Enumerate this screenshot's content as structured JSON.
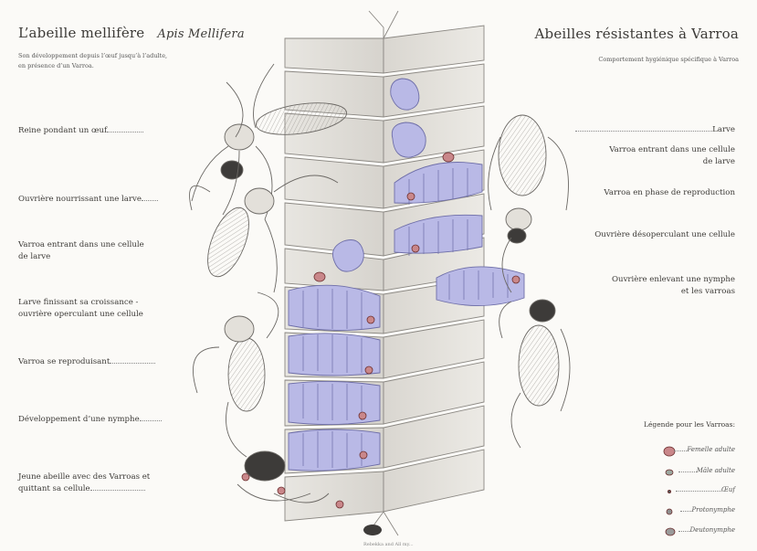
{
  "left": {
    "title": "L’abeille mellifère",
    "title_latin": "Apis Mellifera",
    "subtitle_line1": "Son développement depuis l’œuf jusqu’à l’adulte,",
    "subtitle_line2": "en présence d’un Varroa.",
    "labels": [
      {
        "line1": "Reine pondant un œuf",
        "line2": ""
      },
      {
        "line1": "Ouvrière nourrissant une larve",
        "line2": ""
      },
      {
        "line1": "Varroa entrant dans une cellule",
        "line2": "de larve"
      },
      {
        "line1": "Larve finissant sa croissance -",
        "line2": "ouvrière operculant une cellule"
      },
      {
        "line1": "Varroa se reproduisant",
        "line2": ""
      },
      {
        "line1": "Développement d’une nymphe",
        "line2": ""
      },
      {
        "line1": "Jeune abeille avec des Varroas et",
        "line2": "quittant sa cellule"
      }
    ]
  },
  "right": {
    "title": "Abeilles résistantes à Varroa",
    "subtitle": "Comportement hygiénique spécifique à Varroa",
    "labels": [
      {
        "line1": "Larve",
        "line2": ""
      },
      {
        "line1": "Varroa entrant dans une cellule",
        "line2": "de larve"
      },
      {
        "line1": "Varroa en phase de reproduction",
        "line2": ""
      },
      {
        "line1": "Ouvrière désoperculant une cellule",
        "line2": ""
      },
      {
        "line1": "Ouvrière enlevant une nymphe",
        "line2": "et les varroas"
      }
    ]
  },
  "legend": {
    "title": "Légende pour les Varroas:",
    "items": [
      {
        "label": "Femelle adulte",
        "icon": "adult-female-varroa-icon"
      },
      {
        "label": "Mâle adulte",
        "icon": "adult-male-varroa-icon"
      },
      {
        "label": "Œuf",
        "icon": "egg-icon"
      },
      {
        "label": "Protonymphe",
        "icon": "protonymph-icon"
      },
      {
        "label": "Deutonymphe",
        "icon": "deutonymph-icon"
      }
    ]
  },
  "credit": "Rebekka and All my...",
  "colors": {
    "larva": "#b9b9e6",
    "larva_line": "#6e6ea8",
    "varroa": "#c9878a",
    "varroa_line": "#6d2f2f",
    "pencil": "#6b6864"
  }
}
